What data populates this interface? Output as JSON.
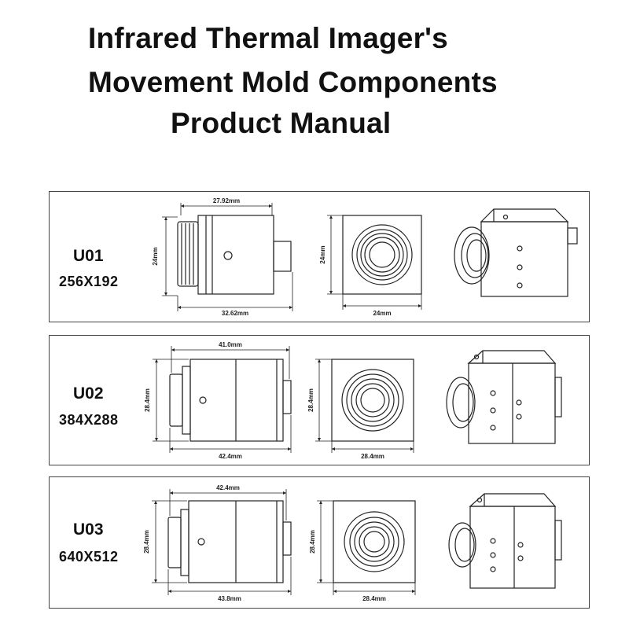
{
  "title": {
    "line1": "Infrared Thermal Imager's",
    "line2": "Movement Mold Components",
    "line3": "Product Manual"
  },
  "models": [
    {
      "code": "U01",
      "resolution": "256X192",
      "side_top_width": "27.92mm",
      "side_height": "24mm",
      "side_total_length": "32.62mm",
      "front_height": "24mm",
      "front_width": "24mm"
    },
    {
      "code": "U02",
      "resolution": "384X288",
      "side_top_width": "41.0mm",
      "side_height": "28.4mm",
      "side_total_length": "42.4mm",
      "front_height": "28.4mm",
      "front_width": "28.4mm"
    },
    {
      "code": "U03",
      "resolution": "640X512",
      "side_top_width": "42.4mm",
      "side_height": "28.4mm",
      "side_total_length": "43.8mm",
      "front_height": "28.4mm",
      "front_width": "28.4mm"
    }
  ]
}
